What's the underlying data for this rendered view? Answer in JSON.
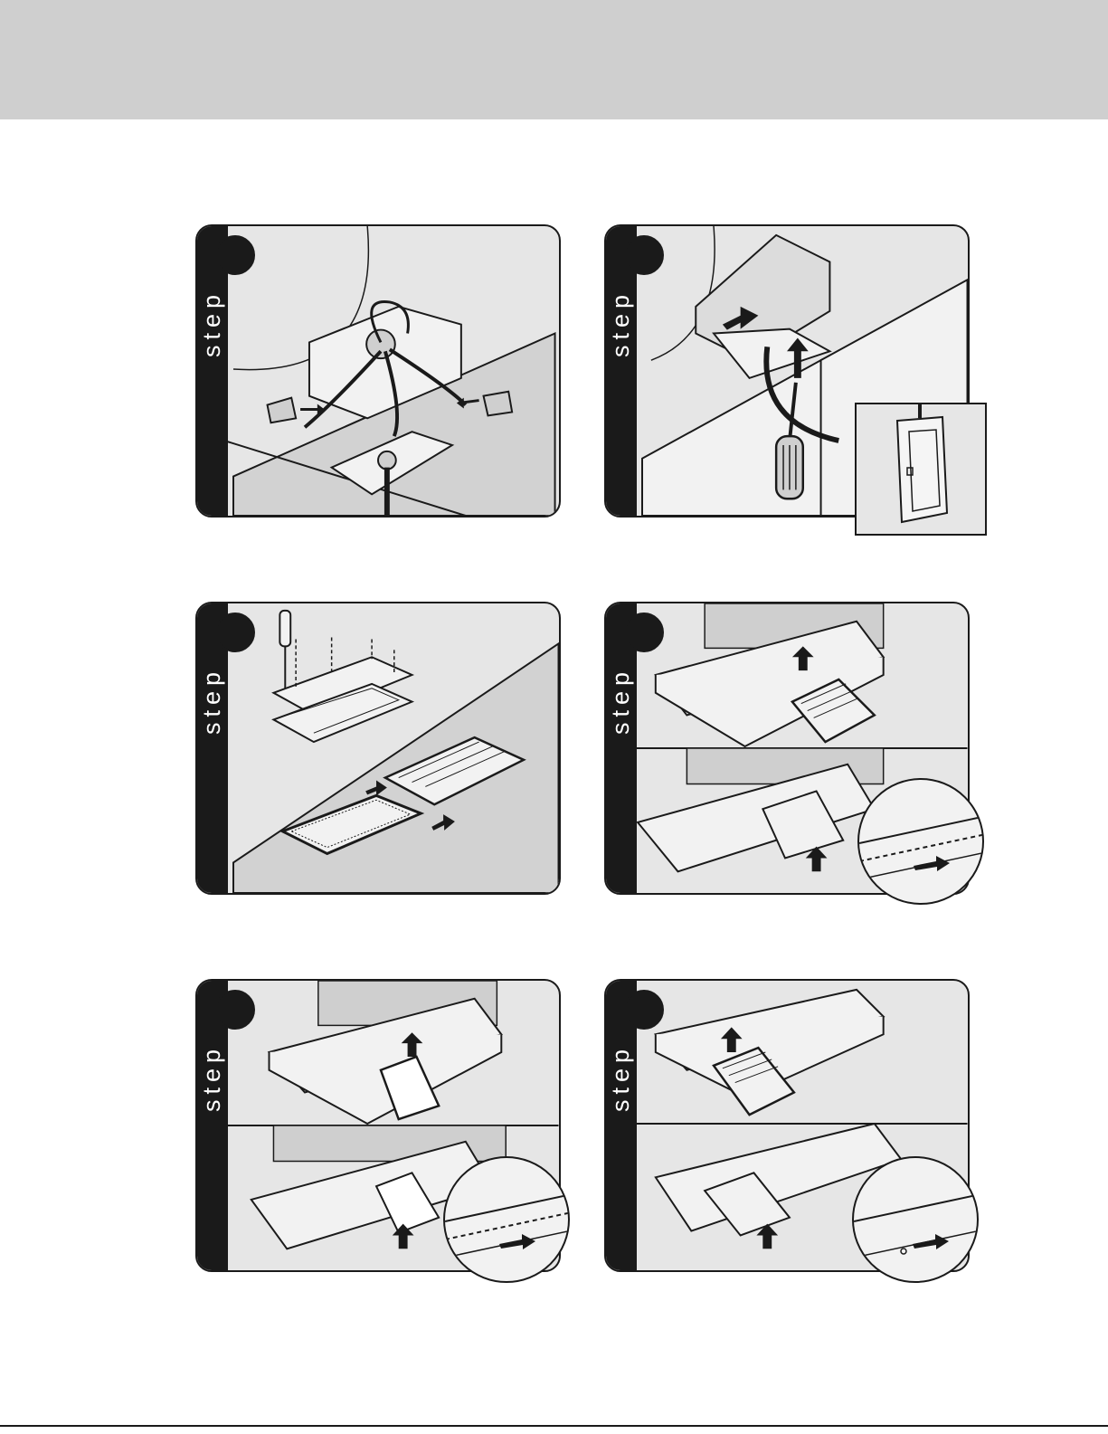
{
  "panels": [
    {
      "step_label": "step"
    },
    {
      "step_label": "step"
    },
    {
      "step_label": "step"
    },
    {
      "step_label": "step"
    },
    {
      "step_label": "step"
    },
    {
      "step_label": "step"
    }
  ],
  "colors": {
    "header_band": "#cfcfcf",
    "panel_fill": "#e6e6e6",
    "ink": "#1a1a1a"
  },
  "icons": [
    "screwdriver-icon",
    "wire-nut-icon",
    "arrow-icon",
    "filter-icon",
    "breaker-panel-icon",
    "magnifier-inset-icon"
  ]
}
